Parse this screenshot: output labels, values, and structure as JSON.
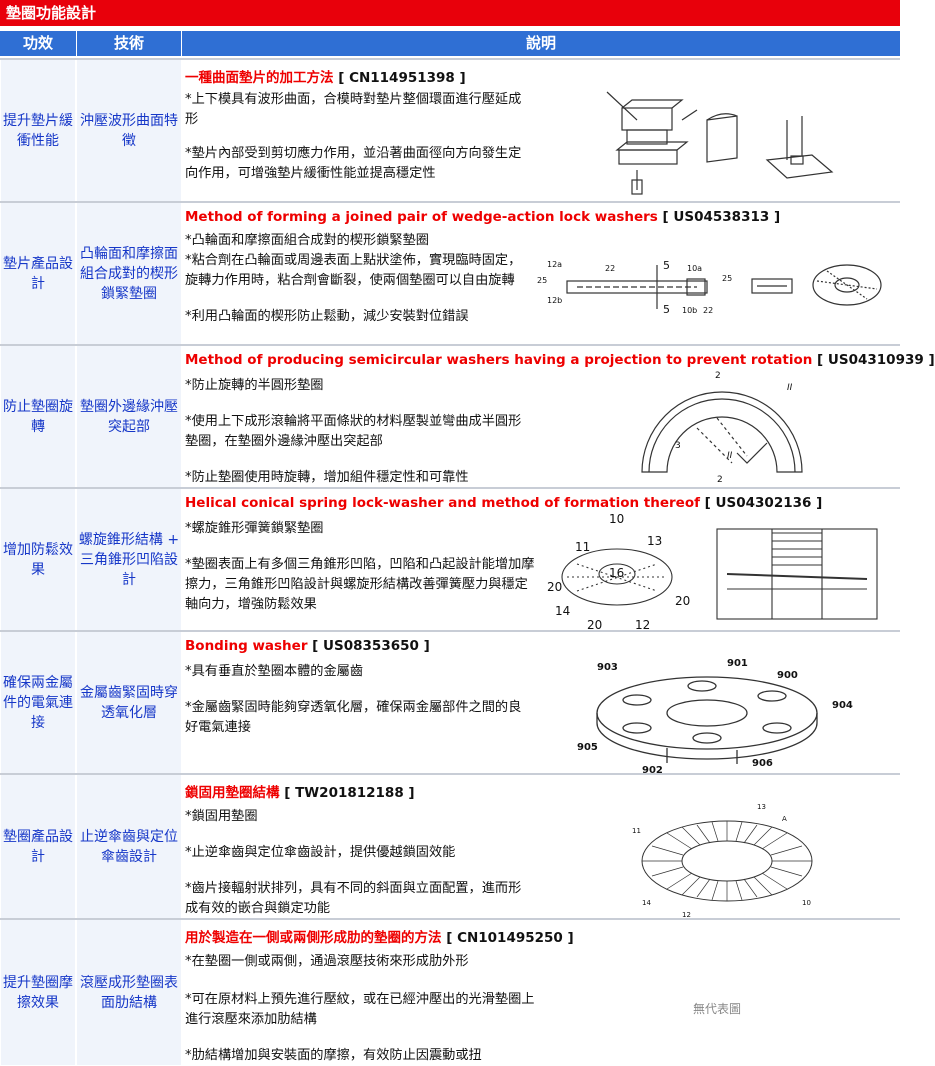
{
  "page_title": "墊圈功能設計",
  "headers": {
    "col1": "功效",
    "col2": "技術",
    "col3": "說明"
  },
  "rows": [
    {
      "effect": "提升墊片緩衝性能",
      "tech": "沖壓波形曲面特徵",
      "title": "一種曲面墊片的加工方法",
      "patent": " [ CN114951398 ]",
      "paras": [
        "*上下模具有波形曲面，合模時對墊片整個環面進行壓延成形",
        "*墊片內部受到剪切應力作用，並沿著曲面徑向方向發生定向作用，可增強墊片緩衝性能並提高穩定性"
      ]
    },
    {
      "effect": "墊片產品設計",
      "tech": "凸輪面和摩擦面組合成對的楔形鎖緊墊圈",
      "title": "Method of forming a joined pair of wedge-action lock washers",
      "patent": " [ US04538313 ]",
      "paras": [
        "*凸輪面和摩擦面組合成對的楔形鎖緊墊圈",
        "*粘合劑在凸輪面或周邊表面上點狀塗佈，實現臨時固定，旋轉力作用時，粘合劑會斷裂，使兩個墊圈可以自由旋轉",
        "*利用凸輪面的楔形防止鬆動，減少安裝對位錯誤"
      ],
      "fig_labels": [
        "12a",
        "22",
        "5",
        "10a",
        "25",
        "12b",
        "5",
        "10b",
        "22",
        "25"
      ]
    },
    {
      "effect": "防止墊圈旋轉",
      "tech": "墊圈外邊緣沖壓突起部",
      "title": "Method of producing semicircular washers having a projection to prevent rotation",
      "patent": " [ US04310939 ]",
      "paras": [
        "*防止旋轉的半圓形墊圈",
        "*使用上下成形滾輪將平面條狀的材料壓製並彎曲成半圓形墊圈，在墊圈外邊緣沖壓出突起部",
        "*防止墊圈使用時旋轉，增加組件穩定性和可靠性"
      ],
      "fig_labels": [
        "2",
        "3",
        "2",
        "II",
        "II"
      ]
    },
    {
      "effect": "增加防鬆效果",
      "tech": "螺旋錐形結構 + 三角錐形凹陷設計",
      "title": "Helical conical spring lock-washer and method of formation thereof",
      "patent": " [ US04302136 ]",
      "paras": [
        "*螺旋錐形彈簧鎖緊墊圈",
        "*墊圈表面上有多個三角錐形凹陷，凹陷和凸起設計能增加摩擦力，三角錐形凹陷設計與螺旋形結構改善彈簧壓力與穩定軸向力，增強防鬆效果"
      ],
      "fig_labels": [
        "10",
        "11",
        "13",
        "16",
        "20",
        "14",
        "20",
        "12",
        "20"
      ]
    },
    {
      "effect": "確保兩金屬件的電氣連接",
      "tech": "金屬齒緊固時穿透氧化層",
      "title": "Bonding washer",
      "patent": " [ US08353650 ]",
      "paras": [
        "*具有垂直於墊圈本體的金屬齒",
        "*金屬齒緊固時能夠穿透氧化層，確保兩金屬部件之間的良好電氣連接"
      ],
      "fig_labels": [
        "903",
        "901",
        "900",
        "904",
        "905",
        "902",
        "906"
      ]
    },
    {
      "effect": "墊圈產品設計",
      "tech": "止逆傘齒與定位傘齒設計",
      "title": "鎖固用墊圈結構",
      "patent": " [ TW201812188 ]",
      "paras": [
        "*鎖固用墊圈",
        "*止逆傘齒與定位傘齒設計，提供優越鎖固效能",
        "*齒片接輻射狀排列，具有不同的斜面與立面配置，進而形成有效的嵌合與鎖定功能"
      ],
      "fig_labels": [
        "13",
        "A",
        "11",
        "14",
        "12",
        "10"
      ]
    },
    {
      "effect": "提升墊圈摩擦效果",
      "tech": "滾壓成形墊圈表面肋結構",
      "title": "用於製造在一側或兩側形成肋的墊圈的方法",
      "patent": " [ CN101495250 ]",
      "paras": [
        "*在墊圈一側或兩側，通過滾壓技術來形成肋外形",
        "*可在原材料上預先進行壓紋，或在已經沖壓出的光滑墊圈上進行滾壓來添加肋結構",
        "*肋結構增加與安裝面的摩擦，有效防止因震動或扭"
      ],
      "no_image_note": "無代表圖"
    }
  ]
}
